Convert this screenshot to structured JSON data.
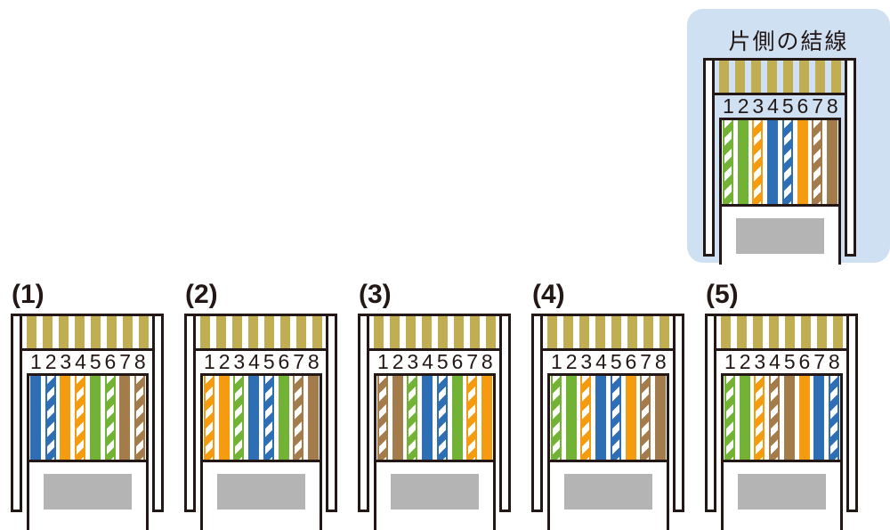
{
  "reference": {
    "title": "片側の結線",
    "wires": [
      "white-green",
      "green",
      "white-orange",
      "blue",
      "white-blue",
      "orange",
      "white-brown",
      "brown"
    ]
  },
  "pin_numbers": [
    "1",
    "2",
    "3",
    "4",
    "5",
    "6",
    "7",
    "8"
  ],
  "options": [
    {
      "label": "(1)",
      "wires": [
        "blue",
        "white-blue",
        "orange",
        "white-orange",
        "green",
        "white-green",
        "brown",
        "white-brown"
      ]
    },
    {
      "label": "(2)",
      "wires": [
        "white-orange",
        "orange",
        "white-green",
        "blue",
        "white-blue",
        "green",
        "white-brown",
        "brown"
      ]
    },
    {
      "label": "(3)",
      "wires": [
        "white-brown",
        "brown",
        "white-green",
        "blue",
        "white-blue",
        "green",
        "white-orange",
        "orange"
      ]
    },
    {
      "label": "(4)",
      "wires": [
        "white-green",
        "green",
        "white-orange",
        "blue",
        "white-blue",
        "orange",
        "white-brown",
        "brown"
      ]
    },
    {
      "label": "(5)",
      "wires": [
        "white-green",
        "green",
        "white-orange",
        "white-brown",
        "brown",
        "orange",
        "blue",
        "white-blue"
      ]
    }
  ],
  "colors": {
    "outline": "#231815",
    "gold": "#c2ae52",
    "blue": "#2e6eb4",
    "orange": "#f59b0f",
    "green": "#72b335",
    "brown": "#a47b4b",
    "gray": "#b4b4b5",
    "card_bg": "#cfe0f3"
  },
  "layout": {
    "option_left_positions": [
      12,
      207,
      402,
      597,
      792
    ]
  }
}
